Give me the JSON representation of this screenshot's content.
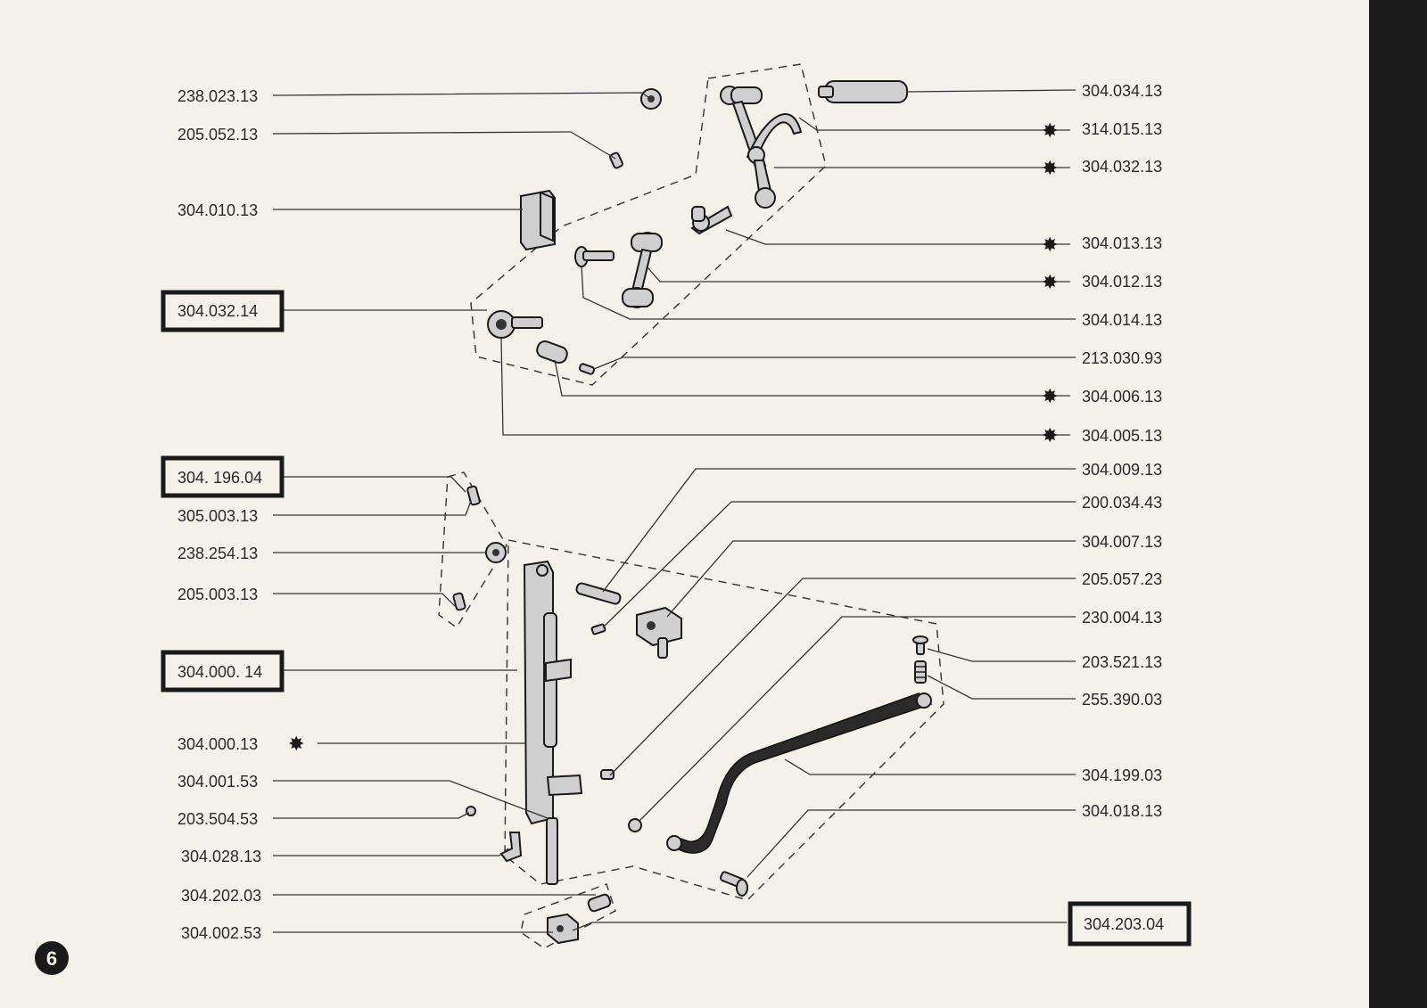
{
  "page_number": "6",
  "labels_left": [
    {
      "id": "l1",
      "text": "238.023.13"
    },
    {
      "id": "l2",
      "text": "205.052.13"
    },
    {
      "id": "l3",
      "text": "304.010.13"
    },
    {
      "id": "l4",
      "text": "304.032.14",
      "boxed": true
    },
    {
      "id": "l5",
      "text": "304. 196.04",
      "boxed": true
    },
    {
      "id": "l6",
      "text": "305.003.13"
    },
    {
      "id": "l7",
      "text": "238.254.13"
    },
    {
      "id": "l8",
      "text": "205.003.13"
    },
    {
      "id": "l9",
      "text": "304.000. 14",
      "boxed": true
    },
    {
      "id": "l10",
      "text": "304.000.13",
      "star": true
    },
    {
      "id": "l11",
      "text": "304.001.53"
    },
    {
      "id": "l12",
      "text": "203.504.53"
    },
    {
      "id": "l13",
      "text": "304.028.13"
    },
    {
      "id": "l14",
      "text": "304.202.03"
    },
    {
      "id": "l15",
      "text": "304.002.53"
    }
  ],
  "labels_right": [
    {
      "id": "r1",
      "text": "304.034.13"
    },
    {
      "id": "r2",
      "text": "314.015.13",
      "star": true
    },
    {
      "id": "r3",
      "text": "304.032.13",
      "star": true
    },
    {
      "id": "r4",
      "text": "304.013.13",
      "star": true
    },
    {
      "id": "r5",
      "text": "304.012.13",
      "star": true
    },
    {
      "id": "r6",
      "text": "304.014.13"
    },
    {
      "id": "r7",
      "text": "213.030.93"
    },
    {
      "id": "r8",
      "text": "304.006.13",
      "star": true
    },
    {
      "id": "r9",
      "text": "304.005.13",
      "star": true
    },
    {
      "id": "r10",
      "text": "304.009.13"
    },
    {
      "id": "r11",
      "text": "200.034.43"
    },
    {
      "id": "r12",
      "text": "304.007.13"
    },
    {
      "id": "r13",
      "text": "205.057.23"
    },
    {
      "id": "r14",
      "text": "230.004.13"
    },
    {
      "id": "r15",
      "text": "203.521.13"
    },
    {
      "id": "r16",
      "text": "255.390.03"
    },
    {
      "id": "r17",
      "text": "304.199.03"
    },
    {
      "id": "r18",
      "text": "304.018.13"
    },
    {
      "id": "r19",
      "text": "304.203.04",
      "boxed": true
    }
  ],
  "star_symbol": "✸",
  "colors": {
    "paper": "#f3f1ea",
    "ink": "#1a1a1a",
    "border": "#1c1c1c"
  }
}
